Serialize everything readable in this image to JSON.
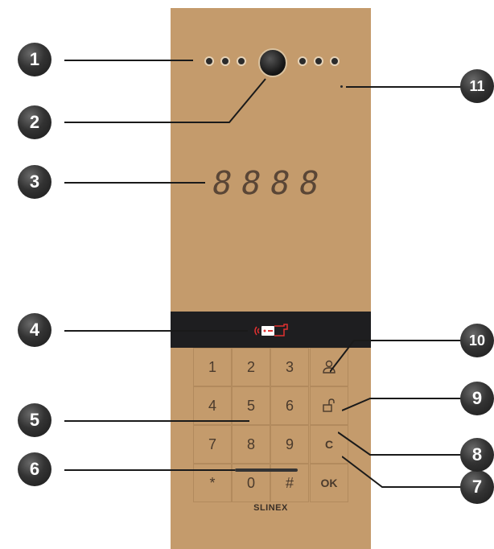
{
  "diagram": {
    "callouts": [
      "1",
      "2",
      "3",
      "4",
      "5",
      "6",
      "7",
      "8",
      "9",
      "10",
      "11"
    ],
    "display_digits": [
      "8",
      "8",
      "8",
      "8"
    ],
    "keypad": {
      "keys": [
        "1",
        "2",
        "3",
        "4",
        "5",
        "6",
        "7",
        "8",
        "9",
        "*",
        "0",
        "#"
      ],
      "function_keys": [
        "call",
        "unlock",
        "C",
        "OK"
      ]
    },
    "brand": "SLINEX",
    "colors": {
      "panel": "#c49b6c",
      "reader_strip": "#1e1e20",
      "callout": "#2a2a2a",
      "rfid_icon": "#e03030"
    },
    "icons": [
      "camera-icon",
      "rfid-card-icon",
      "call-person-icon",
      "unlock-icon"
    ]
  }
}
